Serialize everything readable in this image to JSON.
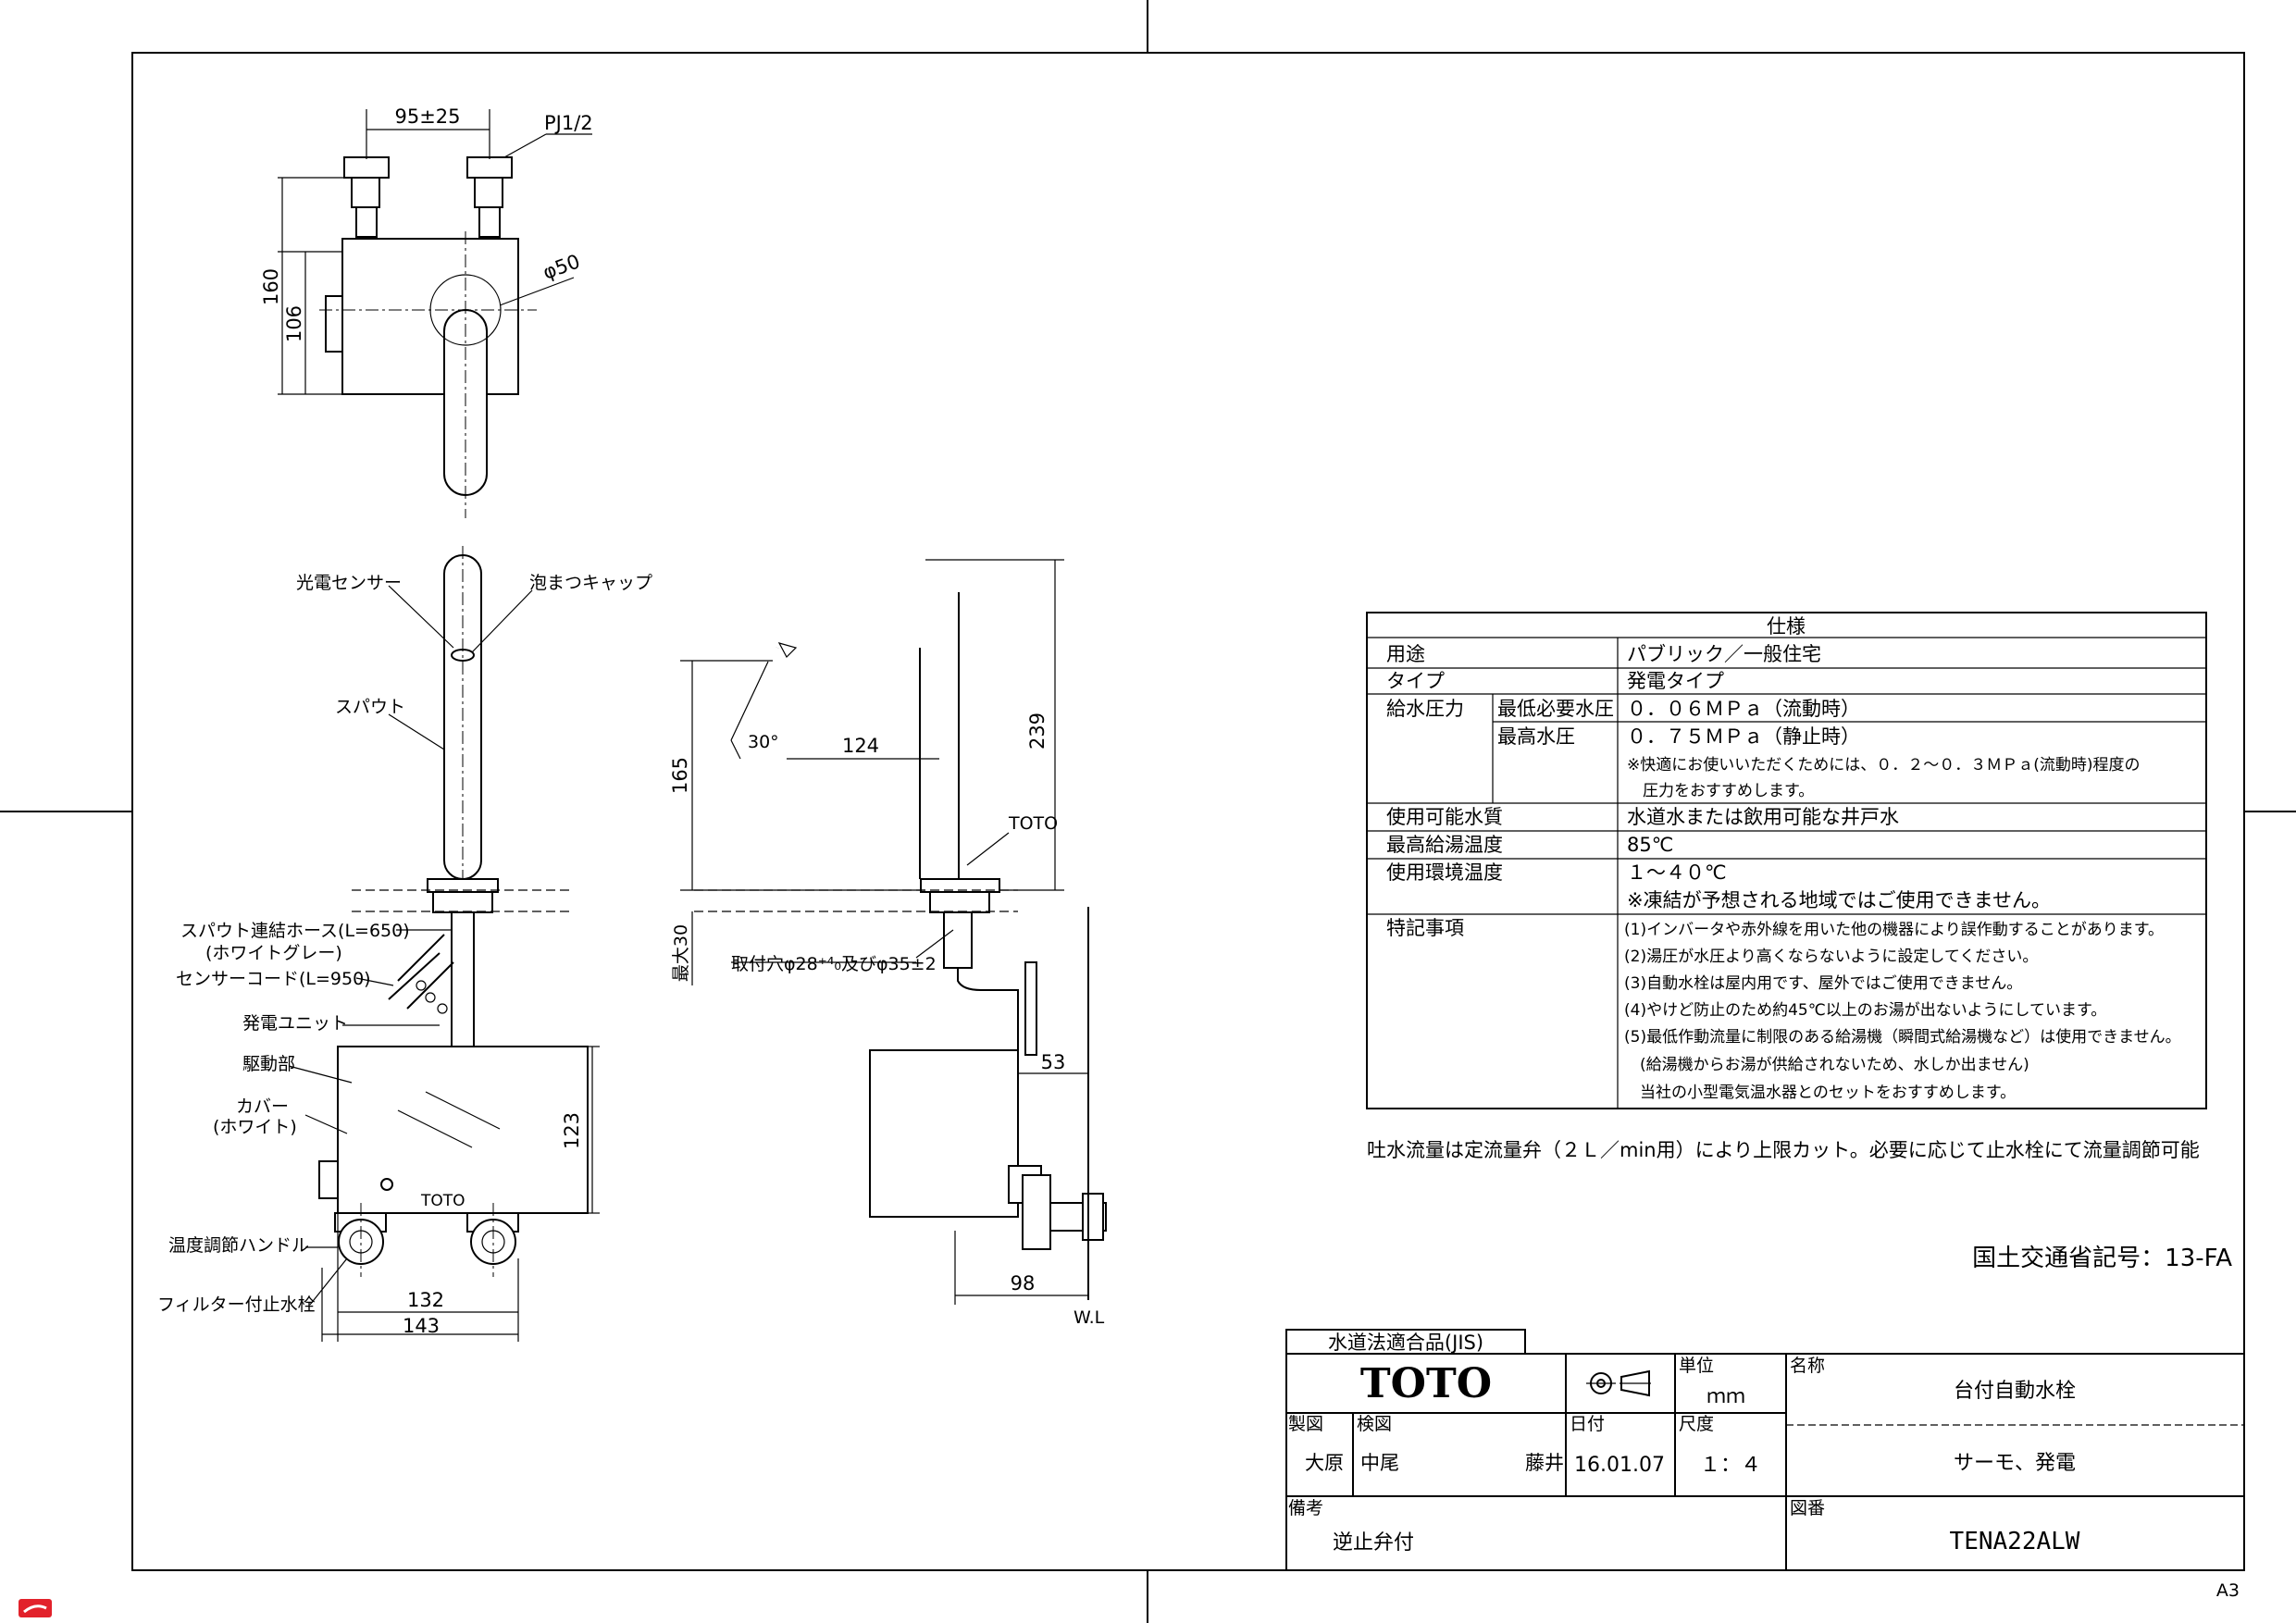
{
  "views": {
    "top": {
      "dim_inlet_spacing": "95±25",
      "dim_thread": "PJ1/2",
      "dim_diameter": "φ50",
      "dim_height_total": "160",
      "dim_height_body": "106"
    },
    "front": {
      "labels": {
        "sensor": "光電センサー",
        "aerator": "泡まつキャップ",
        "spout": "スパウト",
        "hose": "スパウト連結ホース(L=650)",
        "hose_color": "(ホワイトグレー)",
        "sensor_cord": "センサーコード(L=950)",
        "generator": "発電ユニット",
        "drive": "駆動部",
        "cover": "カバー",
        "cover_color": "(ホワイト)",
        "temp_handle": "温度調節ハンドル",
        "filter_valve": "フィルター付止水栓"
      },
      "dims": {
        "unit_height": "123",
        "width_inner": "132",
        "width_outer": "143"
      },
      "unit_brand": "TOTO"
    },
    "side": {
      "dims": {
        "angle": "30°",
        "reach": "124",
        "height_total": "239",
        "height_outlet": "165",
        "max_thickness": "最大30",
        "wall_offset": "53",
        "bottom_width": "98"
      },
      "mounting_hole": "取付穴φ28⁺⁴₀及びφ35±2",
      "brand": "TOTO",
      "wl": "W.L"
    }
  },
  "spec_table": {
    "title": "仕様",
    "rows": [
      {
        "label": "用途",
        "value": "パブリック／一般住宅"
      },
      {
        "label": "タイプ",
        "value": "発電タイプ"
      },
      {
        "label": "給水圧力",
        "sub": "最低必要水圧",
        "value": "０．０６ＭＰａ（流動時）"
      },
      {
        "label": "",
        "sub": "最高水圧",
        "value": "０．７５ＭＰａ（静止時）",
        "notes": [
          "※快適にお使いいただくためには、０．２～０．３ＭＰａ(流動時)程度の",
          "　圧力をおすすめします。"
        ]
      },
      {
        "label": "使用可能水質",
        "value": "水道水または飲用可能な井戸水"
      },
      {
        "label": "最高給湯温度",
        "value": "85℃"
      },
      {
        "label": "使用環境温度",
        "value": "１～４０℃",
        "notes": [
          "※凍結が予想される地域ではご使用できません。"
        ]
      },
      {
        "label": "特記事項",
        "lines": [
          "(1)インバータや赤外線を用いた他の機器により誤作動することがあります。",
          "(2)湯圧が水圧より高くならないように設定してください。",
          "(3)自動水栓は屋内用です、屋外ではご使用できません。",
          "(4)やけど防止のため約45℃以上のお湯が出ないようにしています。",
          "(5)最低作動流量に制限のある給湯機（瞬間式給湯機など）は使用できません。",
          "　(給湯機からお湯が供給されないため、水しか出ません)",
          "　当社の小型電気温水器とのセットをおすすめします。"
        ]
      }
    ]
  },
  "flow_note": "吐水流量は定流量弁（２Ｌ／min用）により上限カット。必要に応じて止水栓にて流量調節可能",
  "mlit_code": "国土交通省記号：13-FA",
  "title_block": {
    "jis": "水道法適合品(JIS)",
    "brand": "TOTO",
    "unit_label": "単位",
    "unit_value": "ｍｍ",
    "name_label": "名称",
    "name_value": "台付自動水栓",
    "subname_value": "サーモ、発電",
    "drawn_label": "製図",
    "drawn_value": "大原",
    "checked_label": "検図",
    "checked_value_1": "中尾",
    "checked_value_2": "藤井",
    "date_label": "日付",
    "date_value": "16.01.07",
    "scale_label": "尺度",
    "scale_value": "１：４",
    "remarks_label": "備考",
    "remarks_value": "逆止弁付",
    "dwg_label": "図番",
    "dwg_value": "TENA22ALW"
  },
  "sheet_size": "A3"
}
